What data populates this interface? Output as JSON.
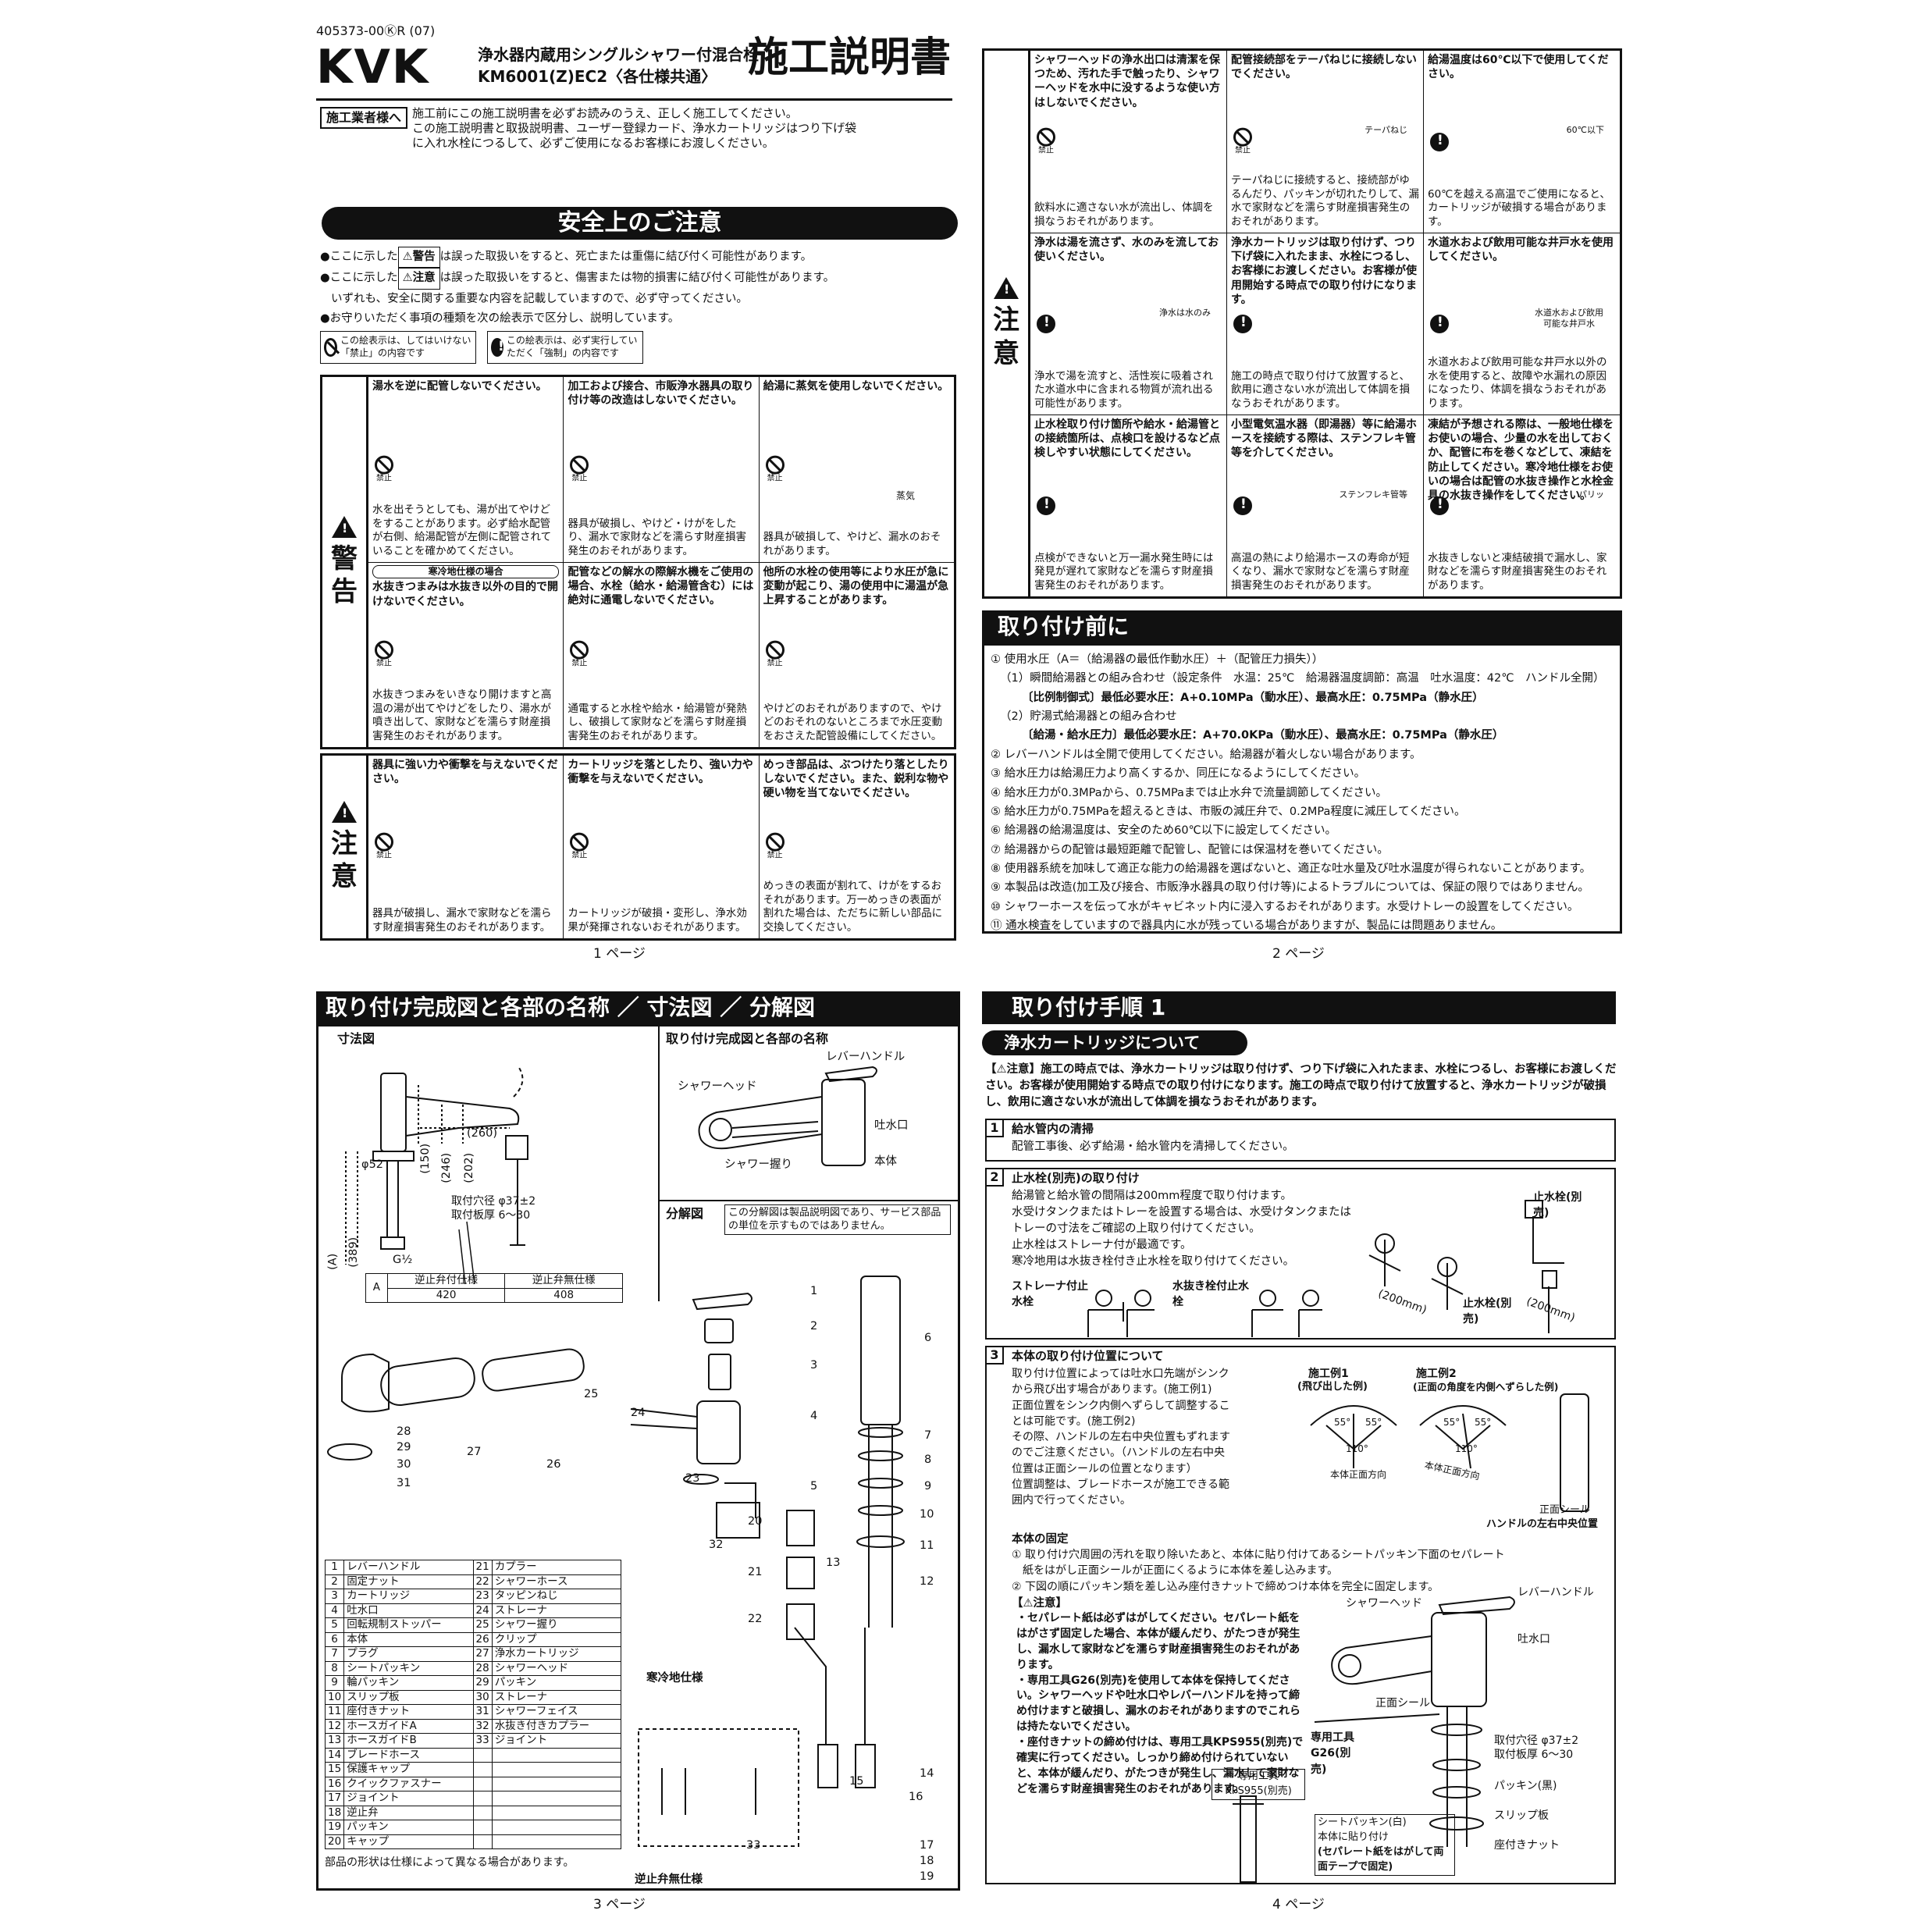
{
  "header": {
    "doc_number": "405373-00ⓀR (07)",
    "logo": "KVK",
    "product_line1": "浄水器内蔵用シングルシャワー付混合栓",
    "product_line2": "KM6001(Z)EC2〈各仕様共通〉",
    "doc_title": "施工説明書",
    "installer_tag": "施工業者様へ",
    "intro": [
      "施工前にこの施工説明書を必ずお読みのうえ、正しく施工してください。",
      "この施工説明書と取扱説明書、ユーザー登録カード、浄水カートリッジはつり下げ袋",
      "に入れ水栓につるして、必ずご使用になるお客様にお渡しください。"
    ]
  },
  "safety": {
    "banner": "安全上のご注意",
    "note1_pre": "●ここに示した",
    "warning_tag": "⚠警告",
    "note1_post": "は誤った取扱いをすると、死亡または重傷に結び付く可能性があります。",
    "note2_pre": "●ここに示した",
    "caution_tag": "⚠注意",
    "note2_post": "は誤った取扱いをすると、傷害または物的損害に結び付く可能性があります。",
    "note3": "いずれも、安全に関する重要な内容を記載していますので、必ず守ってください。",
    "note4": "●お守りいただく事項の種類を次の絵表示で区分し、説明しています。",
    "legend_ban": "この絵表示は、してはいけない「禁止」の内容です",
    "legend_must": "この絵表示は、必ず実行していただく「強制」の内容です",
    "ban_label": "禁止",
    "warning_side": [
      "警",
      "告"
    ],
    "caution_side": [
      "注",
      "意"
    ],
    "warning_cells": [
      {
        "h": "湯水を逆に配管しないでください。",
        "b": "水を出そうとしても、湯が出てやけどをすることがあります。必ず給水配管が右側、給湯配管が左側に配管されていることを確かめてください。"
      },
      {
        "h": "加工および接合、市販浄水器具の取り付け等の改造はしないでください。",
        "b": "器具が破損し、やけど・けがをしたり、漏水で家財などを濡らす財産損害発生のおそれがあります。"
      },
      {
        "h": "給湯に蒸気を使用しないでください。",
        "b": "器具が破損して、やけど、漏水のおそれがあります。",
        "extra": "蒸気"
      },
      {
        "sub": "寒冷地仕様の場合",
        "h": "水抜きつまみは水抜き以外の目的で開けないでください。",
        "b": "水抜きつまみをいきなり開けますと高温の湯が出てやけどをしたり、湯水が噴き出して、家財などを濡らす財産損害発生のおそれがあります。"
      },
      {
        "h": "配管などの解水の際解水機をご使用の場合、水栓（給水・給湯管含む）には絶対に通電しないでください。",
        "b": "通電すると水栓や給水・給湯管が発熱し、破損して家財などを濡らす財産損害発生のおそれがあります。"
      },
      {
        "h": "他所の水栓の使用等により水圧が急に変動が起こり、湯の使用中に湯温が急上昇することがあります。",
        "b": "やけどのおそれがありますので、やけどのおそれのないところまで水圧変動をおさえた配管設備にしてください。"
      }
    ],
    "caution_cells": [
      {
        "h": "器具に強い力や衝撃を与えないでください。",
        "b": "器具が破損し、漏水で家財などを濡らす財産損害発生のおそれがあります。"
      },
      {
        "h": "カートリッジを落としたり、強い力や衝撃を与えないでください。",
        "b": "カートリッジが破損・変形し、浄水効果が発揮されないおそれがあります。"
      },
      {
        "h": "めっき部品は、ぶつけたり落としたりしないでください。また、鋭利な物や硬い物を当てないでください。",
        "b": "めっきの表面が割れて、けがをするおそれがあります。万一めっきの表面が割れた場合は、ただちに新しい部品に交換してください。"
      }
    ]
  },
  "page1_no": "1 ページ",
  "page2_caution": {
    "cells": [
      {
        "h": "シャワーヘッドの浄水出口は清潔を保つため、汚れた手で触ったり、シャワーヘッドを水中に没するような使い方はしないでください。",
        "b": "飲料水に適さない水が流出し、体調を損なうおそれがあります。",
        "sym": "ban"
      },
      {
        "h": "配管接続部をテーパねじに接続しないでください。",
        "b": "テーパねじに接続すると、接続部がゆるんだり、パッキンが切れたりして、漏水で家財などを濡らす財産損害発生のおそれがあります。",
        "sym": "ban",
        "extra": "テーパねじ"
      },
      {
        "h": "給湯温度は60℃以下で使用してください。",
        "b": "60℃を越える高温でご使用になると、カートリッジが破損する場合があります。",
        "sym": "must",
        "extra": "60℃以下"
      },
      {
        "h": "浄水は湯を流さず、水のみを流してお使いください。",
        "b": "浄水で湯を流すと、活性炭に吸着された水道水中に含まれる物質が流れ出る可能性があります。",
        "sym": "must",
        "extra": "浄水は水のみ"
      },
      {
        "h": "浄水カートリッジは取り付けず、つり下げ袋に入れたまま、水栓につるし、お客様にお渡しください。お客様が使用開始する時点での取り付けになります。",
        "b": "施工の時点で取り付けて放置すると、飲用に適さない水が流出して体調を損なうおそれがあります。",
        "sym": "must"
      },
      {
        "h": "水道水および飲用可能な井戸水を使用してください。",
        "b": "水道水および飲用可能な井戸水以外の水を使用すると、故障や水漏れの原因になったり、体調を損なうおそれがあります。",
        "sym": "must",
        "extra": "水道水および飲用可能な井戸水"
      },
      {
        "h": "止水栓取り付け箇所や給水・給湯管との接続箇所は、点検口を設けるなど点検しやすい状態にしてください。",
        "b": "点検ができないと万一漏水発生時には発見が遅れて家財などを濡らす財産損害発生のおそれがあります。",
        "sym": "must"
      },
      {
        "h": "小型電気温水器（即湯器）等に給湯ホースを接続する際は、ステンフレキ管等を介してください。",
        "b": "高温の熱により給湯ホースの寿命が短くなり、漏水で家財などを濡らす財産損害発生のおそれがあります。",
        "sym": "must",
        "extra": "ステンフレキ管等"
      },
      {
        "h": "凍結が予想される際は、一般地仕様をお使いの場合、少量の水を出しておくか、配管に布を巻くなどして、凍結を防止してください。寒冷地仕様をお使いの場合は配管の水抜き操作と水栓金具の水抜き操作をしてください。",
        "b": "水抜きしないと凍結破損で漏水し、家財などを濡らす財産損害発生のおそれがあります。",
        "sym": "must",
        "extra": "パリッ"
      }
    ],
    "side": [
      "注",
      "意"
    ]
  },
  "pre_install": {
    "banner": "取り付け前に",
    "lines": [
      "① 使用水圧（A＝（給湯器の最低作動水圧）＋（配管圧力損失））",
      "（1）瞬間給湯器との組み合わせ（設定条件　水温：25℃　給湯器温度調節：高温　吐水温度：42℃　ハンドル全開）",
      "〔比例制御式〕最低必要水圧：A+0.10MPa（動水圧）、最高水圧：0.75MPa（静水圧）",
      "（2）貯湯式給湯器との組み合わせ",
      "〔給湯・給水圧力〕最低必要水圧：A+70.0KPa（動水圧）、最高水圧：0.75MPa（静水圧）",
      "② レバーハンドルは全開で使用してください。給湯器が着火しない場合があります。",
      "③ 給水圧力は給湯圧力より高くするか、同圧になるようにしてください。",
      "④ 給水圧力が0.3MPaから、0.75MPaまでは止水弁で流量調節してください。",
      "⑤ 給水圧力が0.75MPaを超えるときは、市販の減圧弁で、0.2MPa程度に減圧してください。",
      "⑥ 給湯器の給湯温度は、安全のため60℃以下に設定してください。",
      "⑦ 給湯器からの配管は最短距離で配管し、配管には保温材を巻いてください。",
      "⑧ 使用器系統を加味して適正な能力の給湯器を選ばないと、適正な吐水量及び吐水温度が得られないことがあります。",
      "⑨ 本製品は改造(加工及び接合、市販浄水器具の取り付け等)によるトラブルについては、保証の限りではありません。",
      "⑩ シャワーホースを伝って水がキャビネット内に浸入するおそれがあります。水受けトレーの設置をしてください。",
      "⑪ 通水検査をしていますので器具内に水が残っている場合がありますが、製品には問題ありません。"
    ]
  },
  "page2_no": "2 ページ",
  "page3": {
    "banner": "取り付け完成図と各部の名称 ／ 寸法図 ／ 分解図",
    "dim_title": "寸法図",
    "dims": {
      "d260": "(260)",
      "d150": "(150)",
      "d246": "(246)",
      "d202": "(202)",
      "phi52": "φ52",
      "d389": "(389)",
      "dA": "(A)",
      "g": "G½",
      "hole": "取付穴径 φ37±2",
      "plate": "取付板厚 6～30"
    },
    "a_table": {
      "col0": "A",
      "h1": "逆止弁付仕様",
      "h2": "逆止弁無仕様",
      "v1": "420",
      "v2": "408"
    },
    "names_title": "取り付け完成図と各部の名称",
    "names": {
      "lever": "レバーハンドル",
      "head": "シャワーヘッド",
      "spout": "吐水口",
      "grip": "シャワー握り",
      "body": "本体"
    },
    "exploded_title": "分解図",
    "exploded_note": "この分解図は製品説明図であり、サービス部品の単位を示すものではありません。",
    "cold_label": "寒冷地仕様",
    "check_label": "逆止弁無仕様",
    "parts": [
      [
        "1",
        "レバーハンドル",
        "21",
        "カプラー"
      ],
      [
        "2",
        "固定ナット",
        "22",
        "シャワーホース"
      ],
      [
        "3",
        "カートリッジ",
        "23",
        "タッピンねじ"
      ],
      [
        "4",
        "吐水口",
        "24",
        "ストレーナ"
      ],
      [
        "5",
        "回転規制ストッパー",
        "25",
        "シャワー握り"
      ],
      [
        "6",
        "本体",
        "26",
        "クリップ"
      ],
      [
        "7",
        "プラグ",
        "27",
        "浄水カートリッジ"
      ],
      [
        "8",
        "シートパッキン",
        "28",
        "シャワーヘッド"
      ],
      [
        "9",
        "輪パッキン",
        "29",
        "パッキン"
      ],
      [
        "10",
        "スリップ板",
        "30",
        "ストレーナ"
      ],
      [
        "11",
        "座付きナット",
        "31",
        "シャワーフェイス"
      ],
      [
        "12",
        "ホースガイドA",
        "32",
        "水抜き付きカプラー"
      ],
      [
        "13",
        "ホースガイドB",
        "33",
        "ジョイント"
      ],
      [
        "14",
        "ブレードホース",
        "",
        ""
      ],
      [
        "15",
        "保護キャップ",
        "",
        ""
      ],
      [
        "16",
        "クイックファスナー",
        "",
        ""
      ],
      [
        "17",
        "ジョイント",
        "",
        ""
      ],
      [
        "18",
        "逆止弁",
        "",
        ""
      ],
      [
        "19",
        "パッキン",
        "",
        ""
      ],
      [
        "20",
        "キャップ",
        "",
        ""
      ]
    ],
    "parts_note": "部品の形状は仕様によって異なる場合があります。",
    "callouts": [
      "1",
      "2",
      "3",
      "4",
      "5",
      "6",
      "7",
      "8",
      "9",
      "10",
      "11",
      "12",
      "13",
      "14",
      "15",
      "16",
      "17",
      "18",
      "19",
      "20",
      "21",
      "22",
      "23",
      "24",
      "25",
      "26",
      "27",
      "28",
      "29",
      "30",
      "31",
      "32",
      "33"
    ]
  },
  "page3_no": "3 ページ",
  "page4": {
    "banner": "取り付け手順 1",
    "sub": "浄水カートリッジについて",
    "caution_tag": "【⚠注意】",
    "caution": "施工の時点では、浄水カートリッジは取り付けず、つり下げ袋に入れたまま、水栓につるし、お客様にお渡しください。お客様が使用開始する時点での取り付けになります。施工の時点で取り付けて放置すると、浄水カートリッジが破損し、飲用に適さない水が流出して体調を損なうおそれがあります。",
    "step1": {
      "no": "1",
      "h": "給水管内の清掃",
      "t": "配管工事後、必ず給湯・給水管内を清掃してください。"
    },
    "step2": {
      "no": "2",
      "h": "止水栓(別売)の取り付け",
      "t": [
        "給湯管と給水管の間隔は200mm程度で取り付けます。",
        "水受けタンクまたはトレーを設置する場合は、水受けタンクまたは",
        "トレーの寸法をご確認の上取り付けてください。",
        "止水栓はストレーナ付が最適です。",
        "寒冷地用は水抜き栓付き止水栓を取り付けてください。"
      ],
      "strainer": "ストレーナ付止水栓",
      "drain": "水抜き栓付止水栓",
      "stop1": "止水栓(別売)",
      "stop2": "止水栓(別売)",
      "mm1": "(200mm)",
      "mm2": "(200mm)"
    },
    "step3": {
      "no": "3",
      "h": "本体の取り付け位置について",
      "t": [
        "取り付け位置によっては吐水口先端がシンク",
        "から飛び出す場合があります。(施工例1)",
        "正面位置をシンク内側へずらして調整するこ",
        "とは可能です。(施工例2)",
        "その際、ハンドルの左右中央位置もずれます",
        "のでご注意ください。（ハンドルの左右中央",
        "位置は正面シールの位置となります）",
        "位置調整は、ブレードホースが施工できる範",
        "囲内で行ってください。"
      ],
      "ex1": "施工例1",
      "ex1s": "(飛び出した例)",
      "ex2": "施工例2",
      "ex2s": "(正面の角度を内側へずらした例)",
      "a55": "55°",
      "a110": "110°",
      "front": "本体正面方向",
      "seal": "正面シール",
      "center": "ハンドルの左右中央位置",
      "fix_h": "本体の固定",
      "fix": [
        "① 取り付け穴周囲の汚れを取り除いたあと、本体に貼り付けてあるシートパッキン下面のセパレート",
        "　紙をはがし正面シールが正面にくるように本体を差し込みます。",
        "② 下図の順にパッキン類を差し込み座付きナットで締めつけ本体を完全に固定します。"
      ],
      "note_tag": "【⚠注意】",
      "notes": [
        "・セパレート紙は必ずはがしてください。セパレート紙をはがさず固定した場合、本体が緩んだり、がたつきが発生し、漏水して家財などを濡らす財産損害発生のおそれがあります。",
        "・専用工具G26(別売)を使用して本体を保持してください。シャワーヘッドや吐水口やレバーハンドルを持って締め付けますと破損し、漏水のおそれがありますのでこれらは持たないでください。",
        "・座付きナットの締め付けは、専用工具KPS955(別売)で確実に行ってください。しっかり締め付けられていないと、本体が緩んだり、がたつきが発生し、漏水して家財などを濡らす財産損害発生のおそれがあります。"
      ],
      "tool1": "専用工具 KPS955(別売)",
      "tool2": "専用工具 G26(別売)",
      "labels": {
        "head": "シャワーヘッド",
        "lever": "レバーハンドル",
        "spout": "吐水口",
        "seal": "正面シール",
        "hole": "取付穴径 φ37±2",
        "plate": "取付板厚 6～30",
        "pk": "パッキン(黒)",
        "slip": "スリップ板",
        "nut": "座付きナット",
        "sheet": "シートパッキン(白)",
        "sheet2": "本体に貼り付け",
        "sheet3": "(セパレート紙をはがして両面テープで固定)"
      }
    }
  },
  "page4_no": "4 ページ"
}
